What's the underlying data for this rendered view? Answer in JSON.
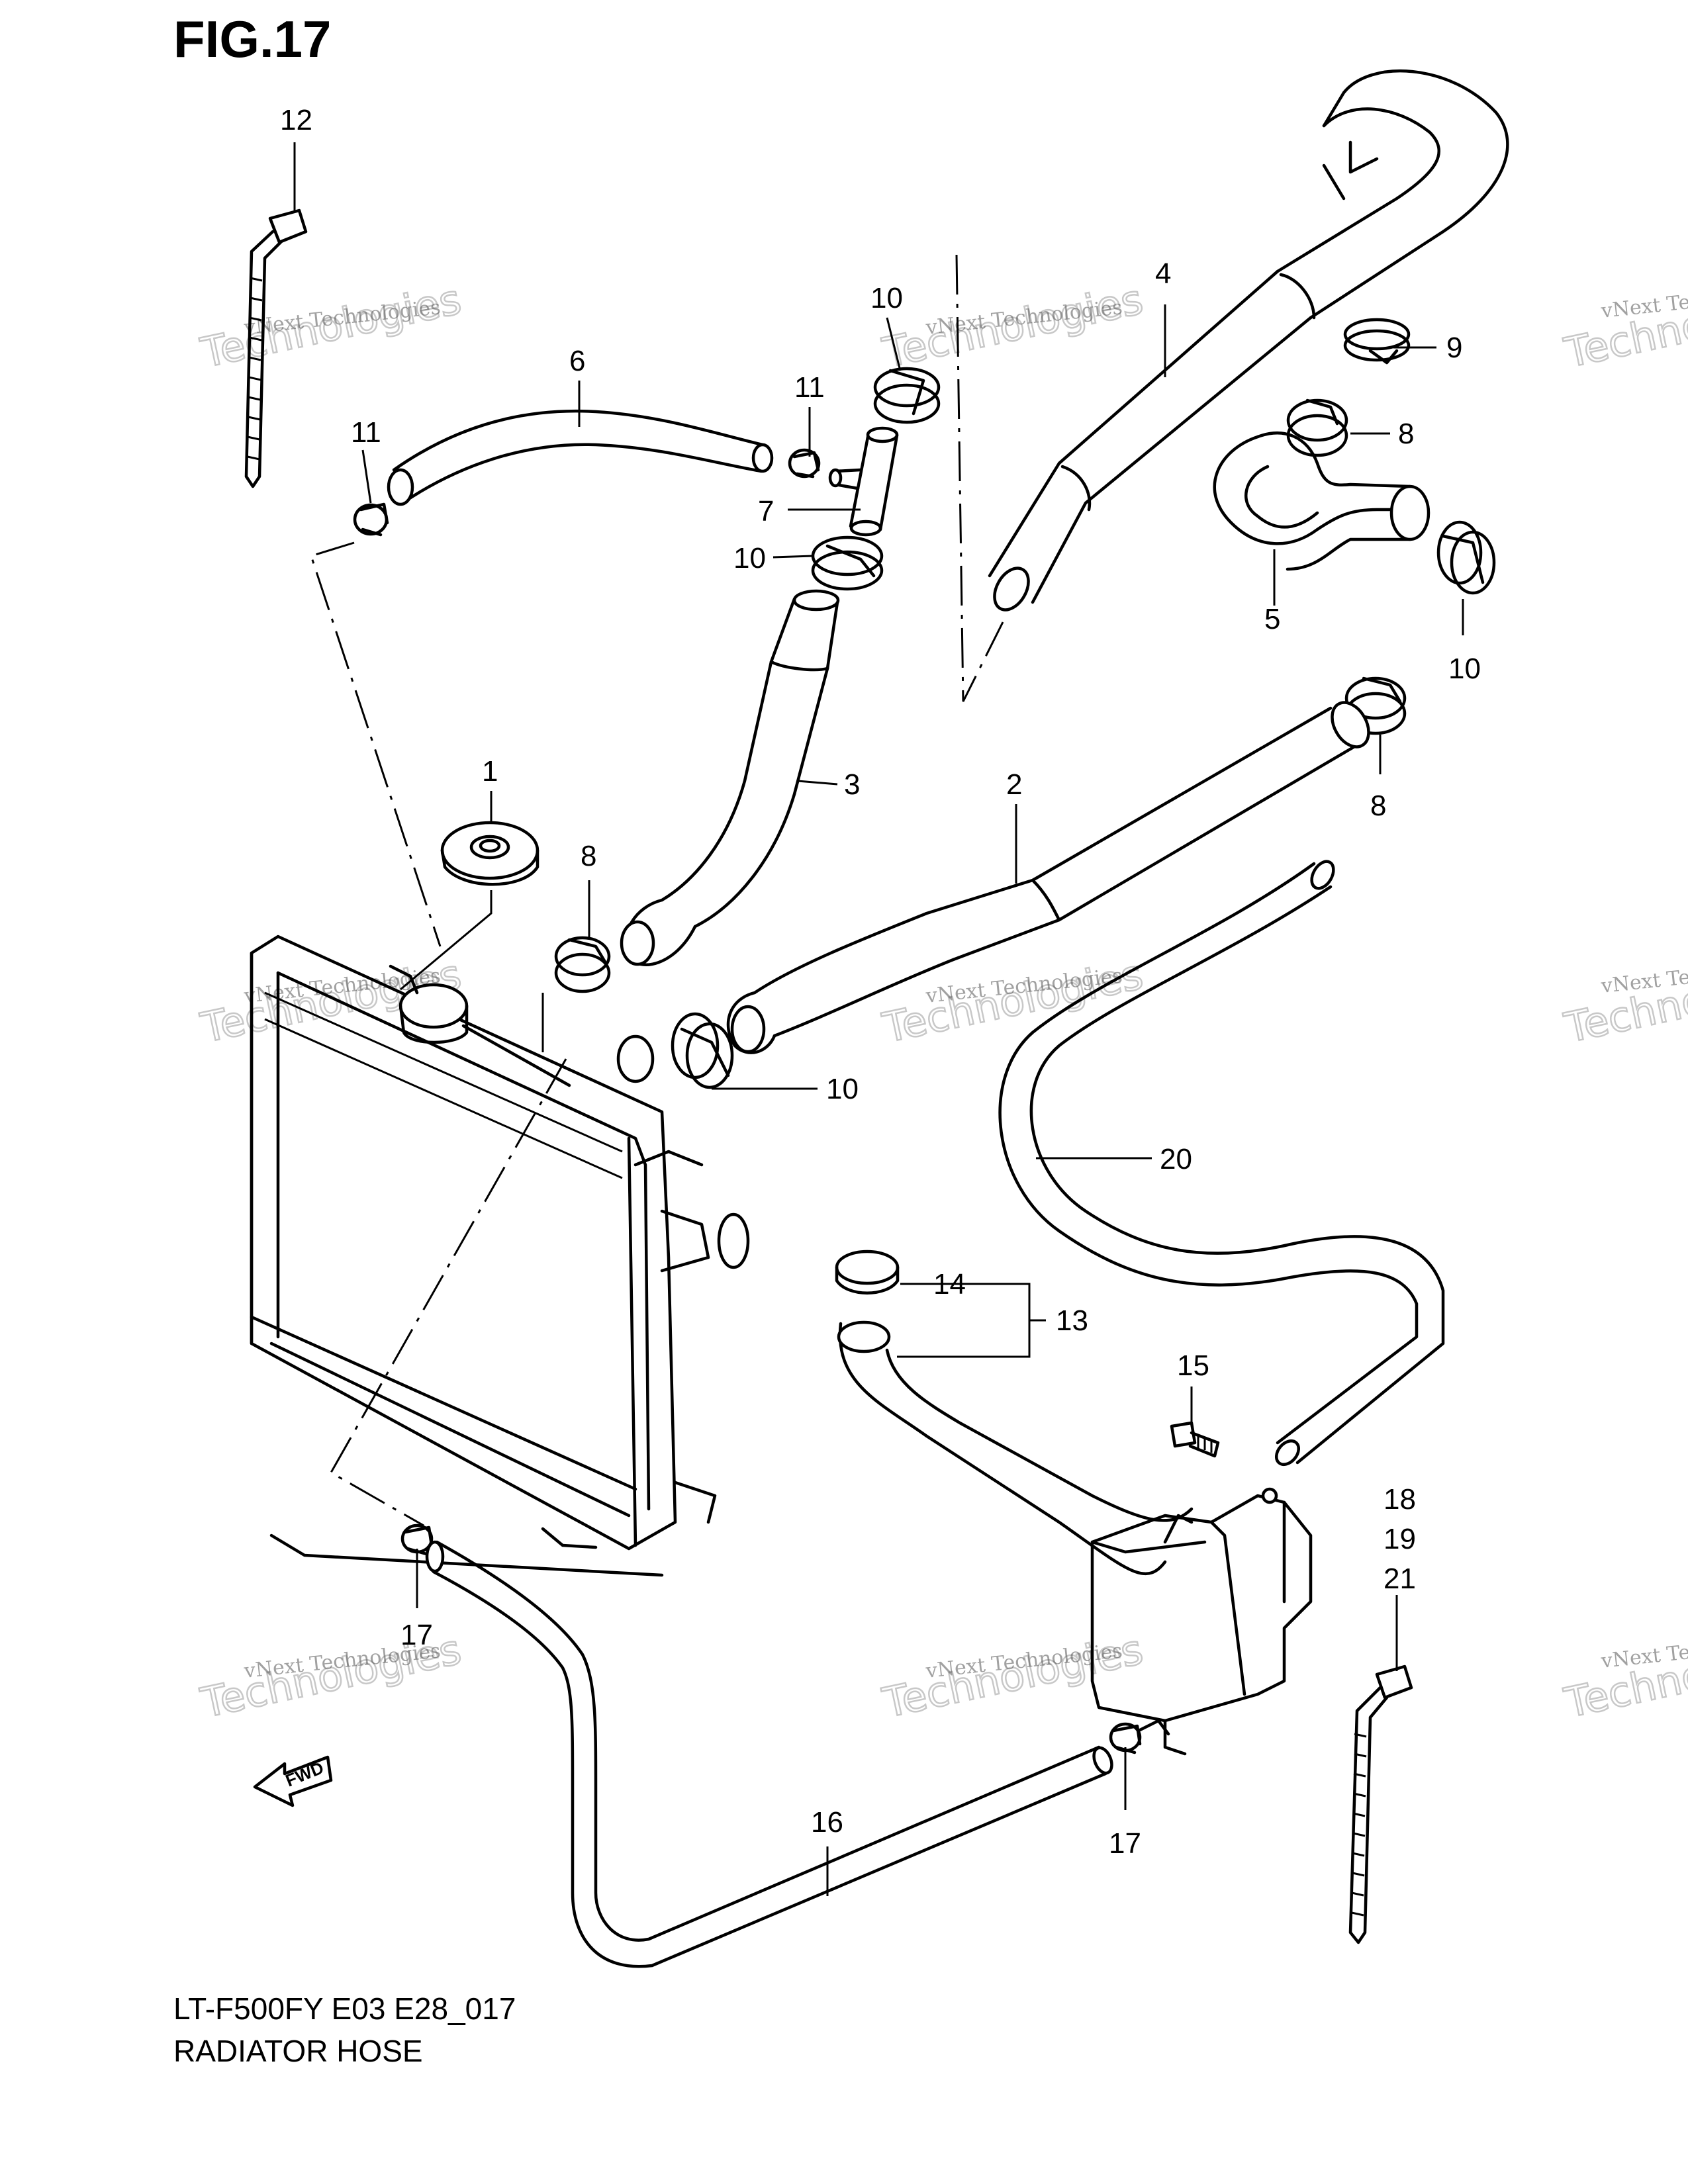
{
  "figure": {
    "title": "FIG.17",
    "code": "LT-F500FY E03 E28_017",
    "name": "RADIATOR HOSE"
  },
  "watermark": {
    "small": "vNext Technologies",
    "big": "Technologies",
    "big2": "vNext"
  },
  "fwd_label": "FWD",
  "callouts": {
    "c1": "1",
    "c2": "2",
    "c3": "3",
    "c4": "4",
    "c5": "5",
    "c6": "6",
    "c7": "7",
    "c8a": "8",
    "c8b": "8",
    "c8c": "8",
    "c9": "9",
    "c10a": "10",
    "c10b": "10",
    "c10c": "10",
    "c10d": "10",
    "c11a": "11",
    "c11b": "11",
    "c12": "12",
    "c13": "13",
    "c14": "14",
    "c15": "15",
    "c16": "16",
    "c17a": "17",
    "c17b": "17",
    "c18": "18",
    "c19": "19",
    "c20": "20",
    "c21": "21"
  }
}
